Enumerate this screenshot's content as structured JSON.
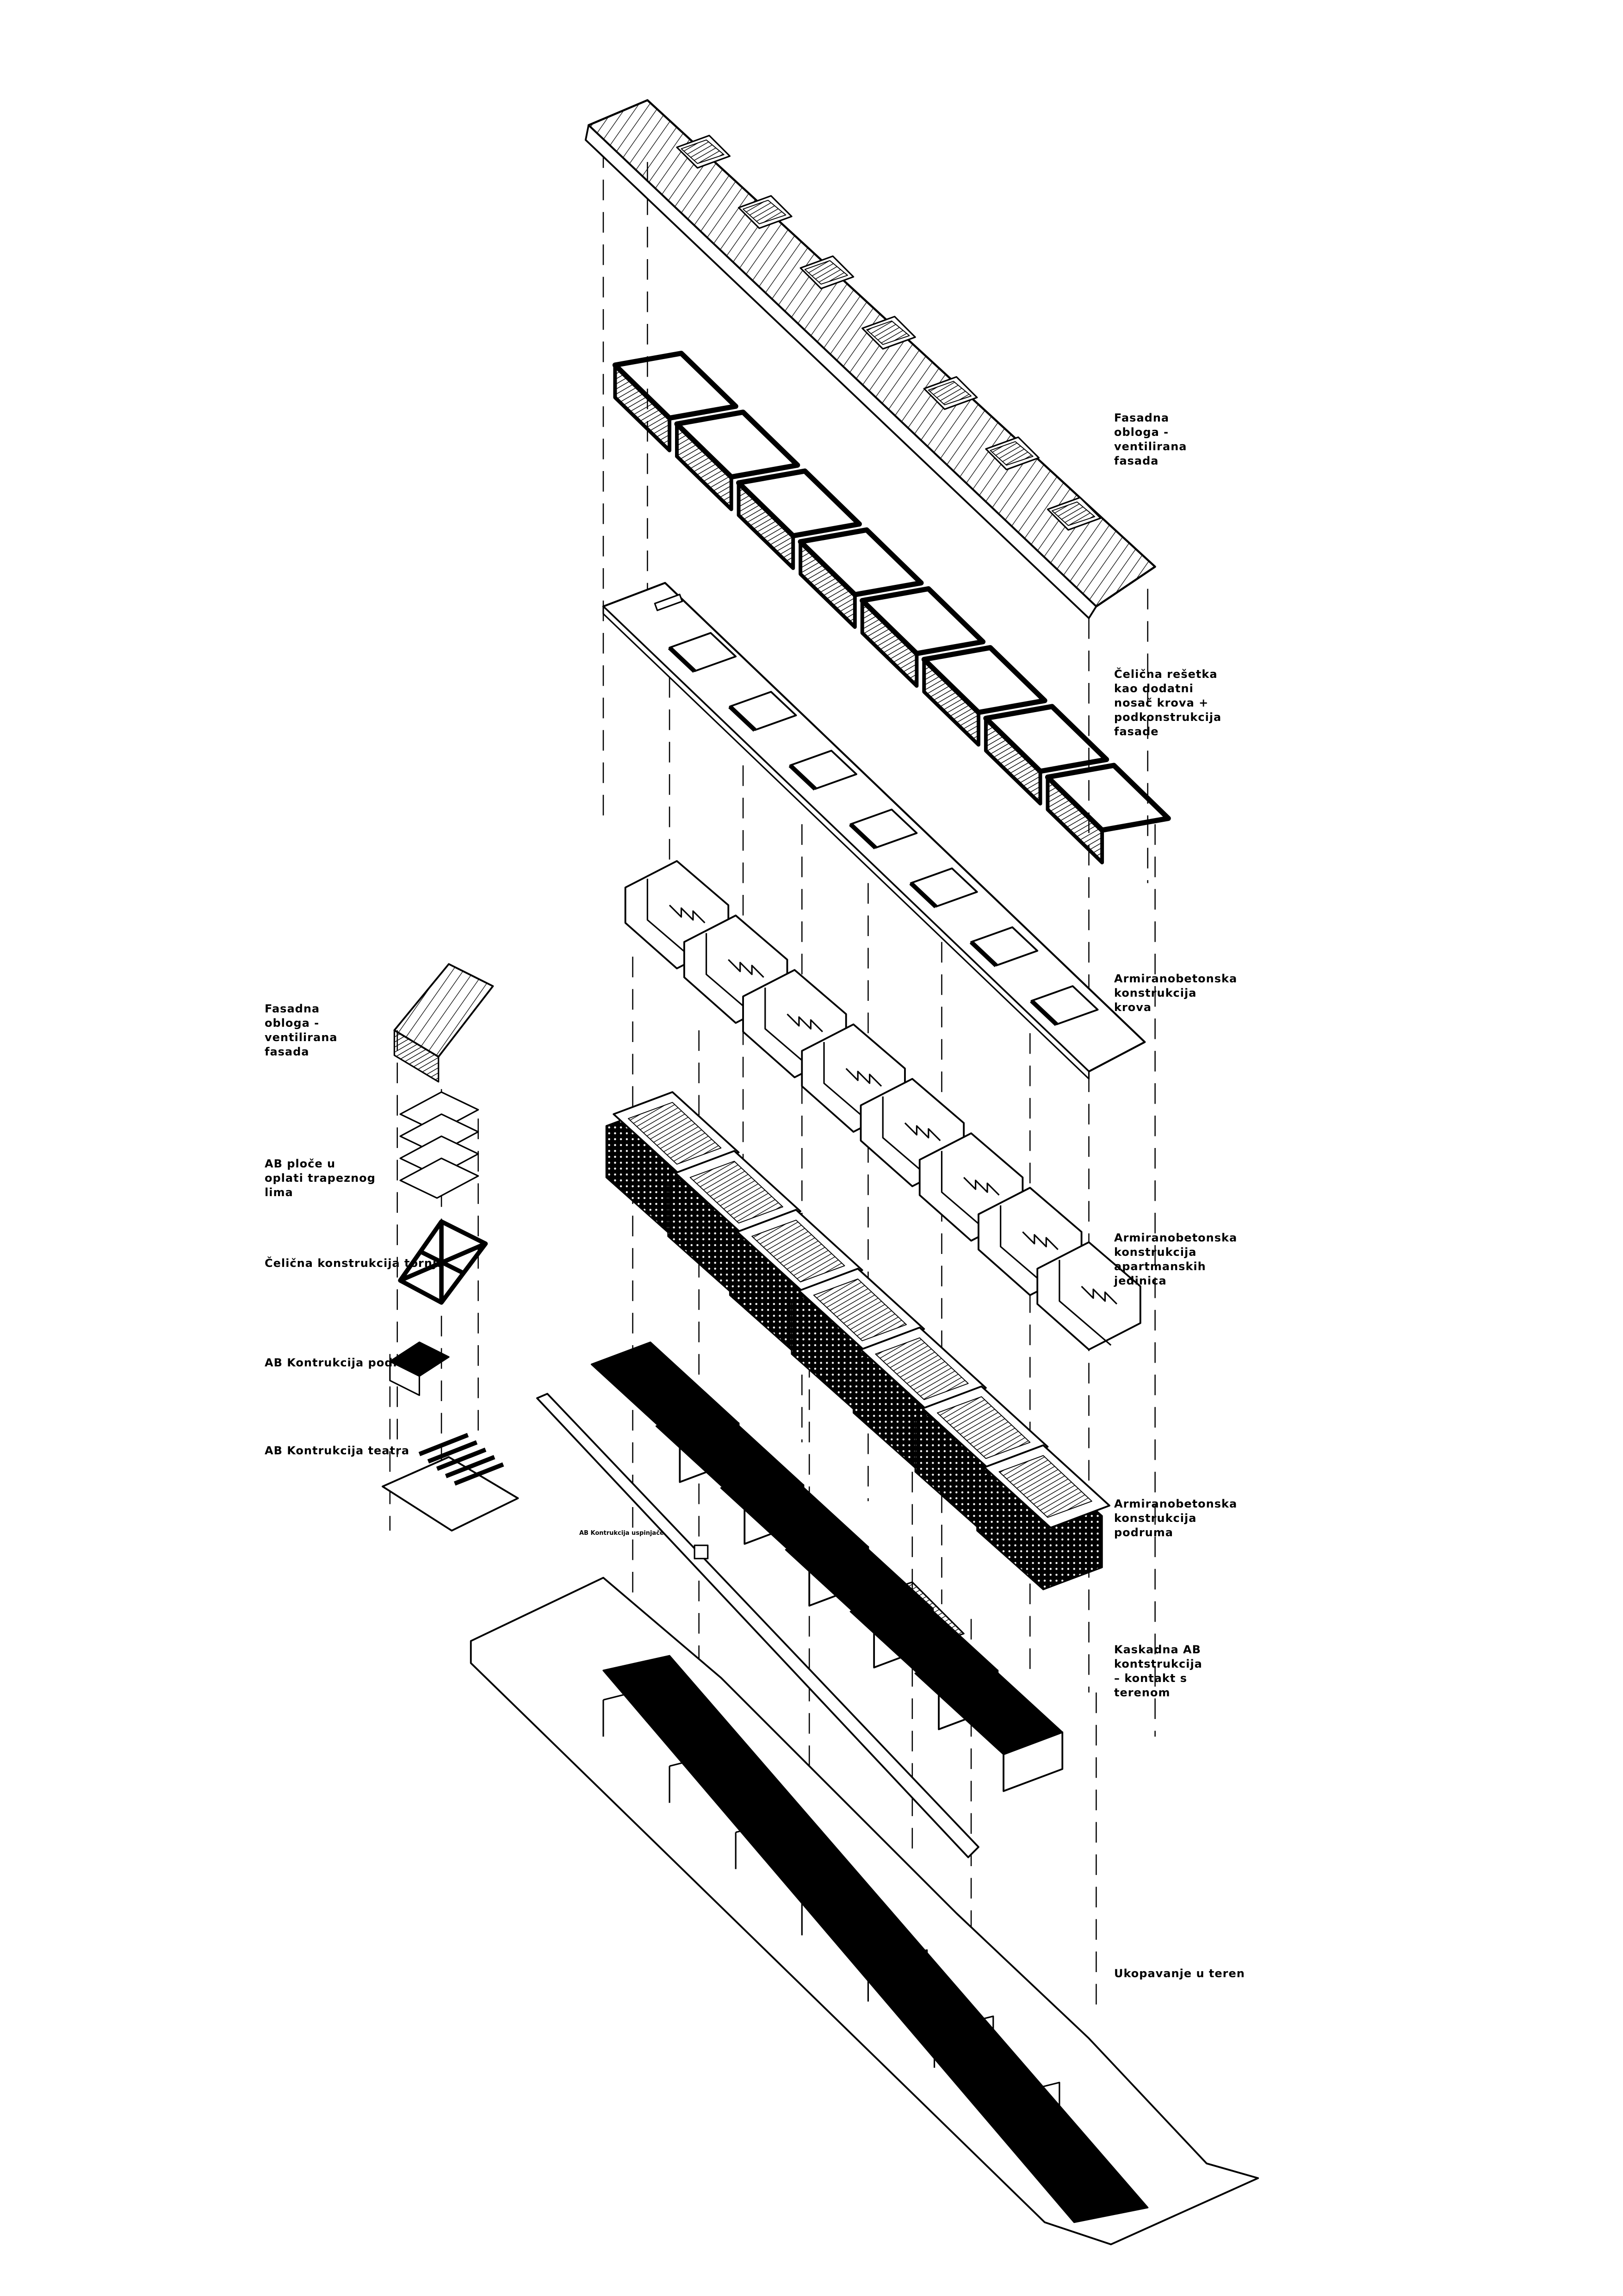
{
  "labels_right": [
    "Fasadna\nobloga -\nventilirana\nfasada",
    "Čelična rešetka\nkao dodatni\nnosač krova +\npodkonstrukcija\nfasade",
    "Armiranobetonska\nkonstrukcija\nkrova",
    "Armiranobetonska\nkonstrukcija\napartmanskih\njedinica",
    "Armiranobetonska\nkonstrukcija\npodruma",
    "Kaskadna AB\nkontstrukcija\n– kontakt s\nterenom",
    "Ukopavanje u teren"
  ],
  "labels_left": [
    "Fasadna\nobloga -\nventilirana\nfasada",
    "AB ploče u\noplati trapeznog\nlima",
    "Čelična konstrukcija tornja",
    "AB Kontrukcija podruma",
    "AB Kontrukcija teatra"
  ],
  "label_funicular": "AB Kontrukcija uspinjače",
  "colors": {
    "ink": "#000000",
    "paper": "#ffffff"
  }
}
